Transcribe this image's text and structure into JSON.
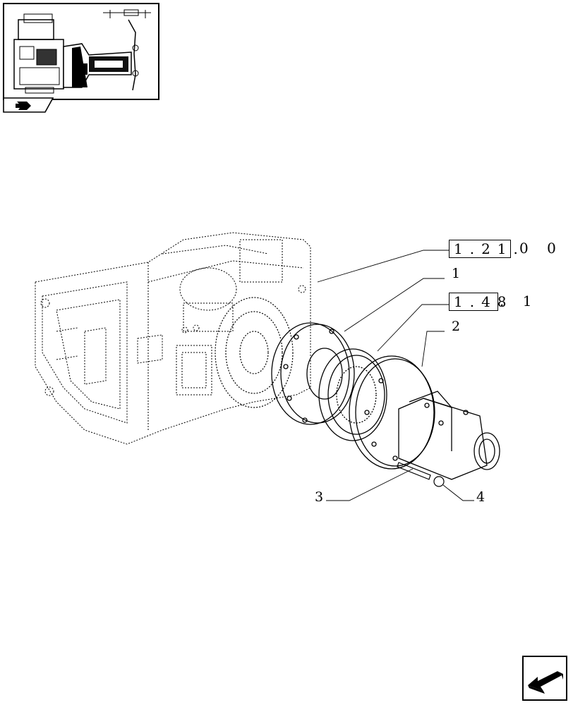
{
  "references": [
    {
      "boxed": "1.21.",
      "tail": "0    0"
    },
    {
      "boxed": "1.48",
      "tail": ". 1"
    }
  ],
  "callouts": [
    "1",
    "2",
    "3",
    "4"
  ],
  "icons": {
    "thumbnail": "assembly-thumbnail-icon",
    "tab": "section-tab-icon",
    "nav": "next-page-arrow-icon"
  }
}
